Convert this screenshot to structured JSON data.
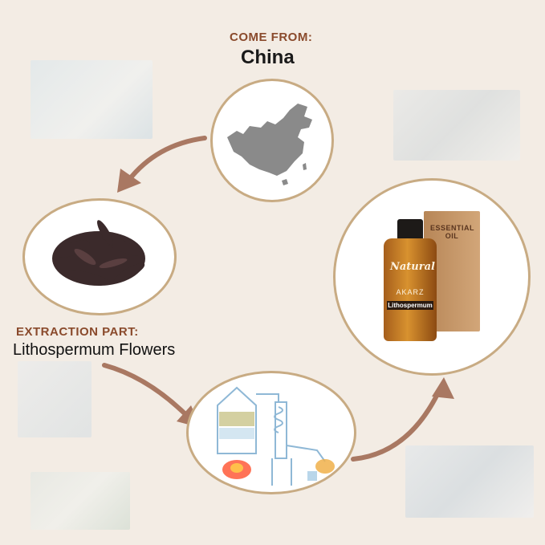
{
  "origin": {
    "heading": "COME FROM:",
    "country": "China"
  },
  "extraction": {
    "heading": "EXTRACTION PART:",
    "part": "Lithospermum Flowers"
  },
  "product": {
    "box_text": "ESSENTIAL OIL",
    "brand": "Natural",
    "maker": "AKARZ",
    "bottle_label": "Lithospermum"
  },
  "colors": {
    "background": "#f3ece4",
    "circle_border": "#c8ab83",
    "arrow": "#a97862",
    "heading": "#8a4a2c"
  }
}
